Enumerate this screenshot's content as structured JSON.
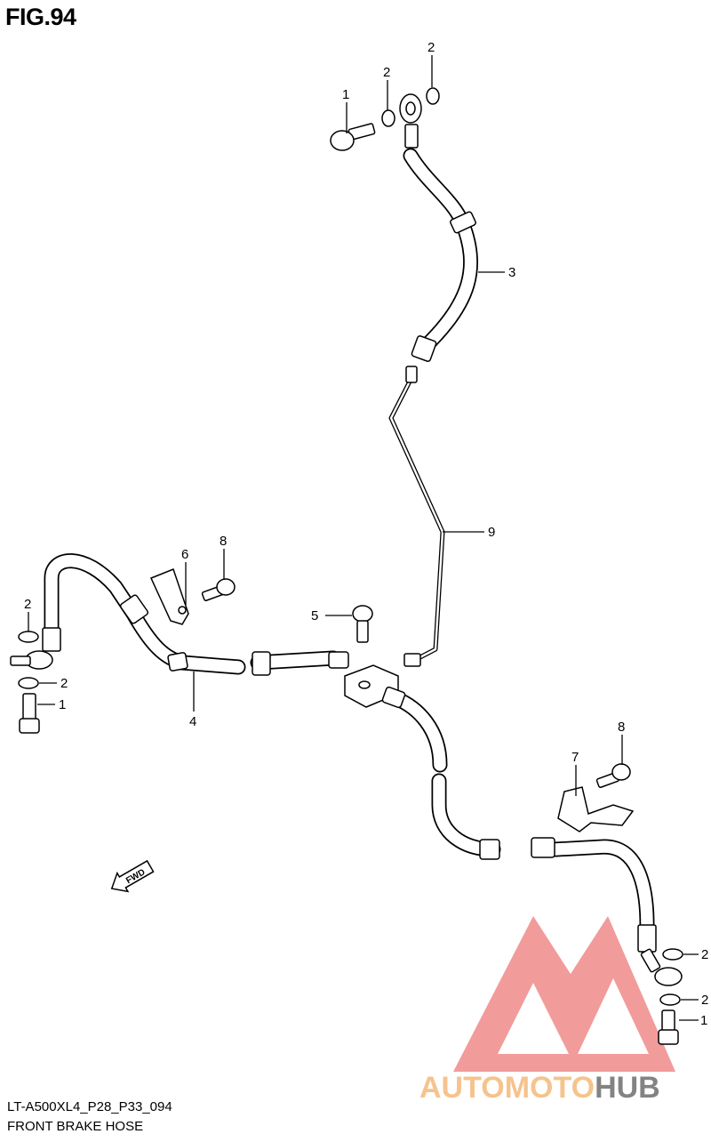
{
  "figure": {
    "title": "FIG.94",
    "model_code": "LT-A500XL4_P28_P33_094",
    "caption": "FRONT BRAKE HOSE"
  },
  "callouts": [
    {
      "id": "c1a",
      "label": "1"
    },
    {
      "id": "c2a",
      "label": "2"
    },
    {
      "id": "c2b",
      "label": "2"
    },
    {
      "id": "c3",
      "label": "3"
    },
    {
      "id": "c9",
      "label": "9"
    },
    {
      "id": "c6",
      "label": "6"
    },
    {
      "id": "c8a",
      "label": "8"
    },
    {
      "id": "c2c",
      "label": "2"
    },
    {
      "id": "c2d",
      "label": "2"
    },
    {
      "id": "c1b",
      "label": "1"
    },
    {
      "id": "c5",
      "label": "5"
    },
    {
      "id": "c4",
      "label": "4"
    },
    {
      "id": "c7",
      "label": "7"
    },
    {
      "id": "c8b",
      "label": "8"
    },
    {
      "id": "c2e",
      "label": "2"
    },
    {
      "id": "c2f",
      "label": "2"
    },
    {
      "id": "c1c",
      "label": "1"
    }
  ],
  "direction_marker": "FWD",
  "watermark": {
    "part1": "AUTOMOTO",
    "part2": "HUB",
    "color_primary": "#f08a8a",
    "color_secondary": "#f5b97a",
    "color_dark": "#6e6e6e"
  }
}
